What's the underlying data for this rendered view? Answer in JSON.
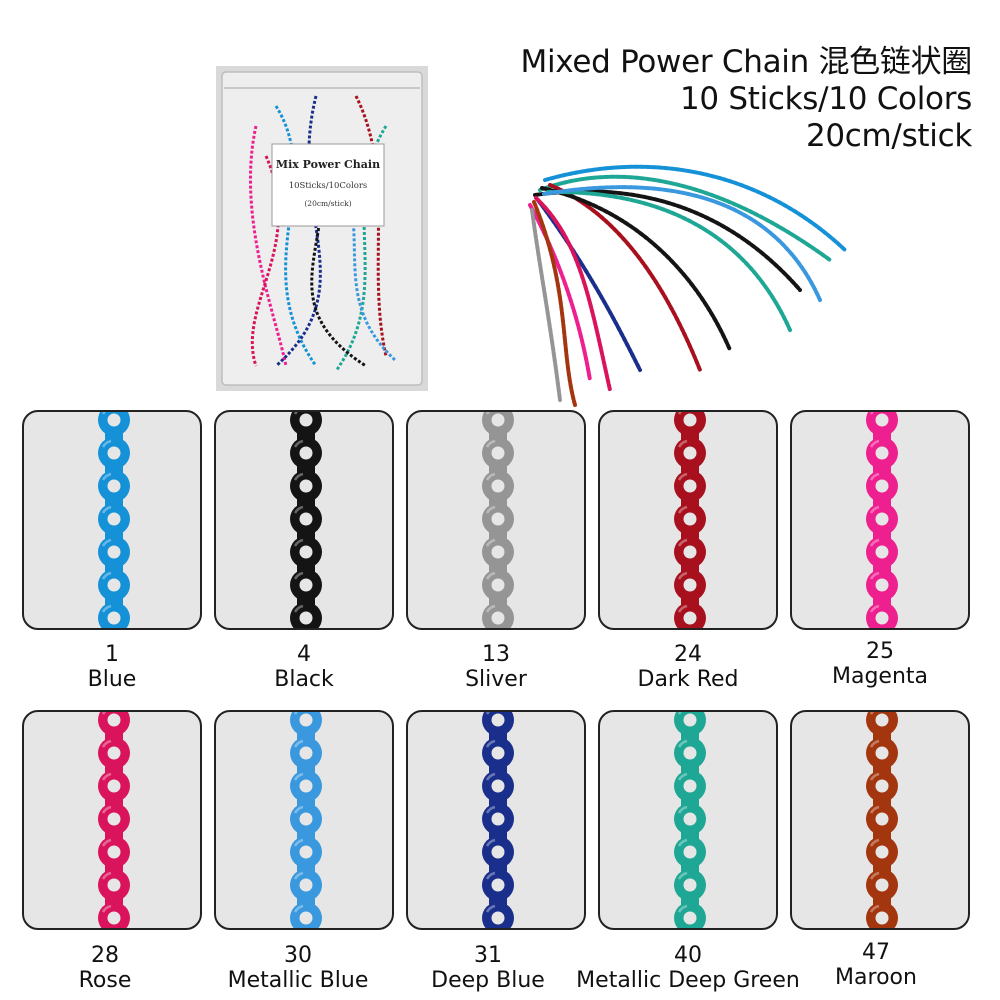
{
  "header": {
    "line1": "Mixed Power Chain 混色链状圈",
    "line2": "10 Sticks/10 Colors",
    "line3": "20cm/stick"
  },
  "package": {
    "label_title": "Mix Power Chain",
    "label_line1": "10Sticks/10Colors",
    "label_line2": "(20cm/stick)"
  },
  "swatches": [
    {
      "number": "1",
      "name": "Blue",
      "color": "#1591d8"
    },
    {
      "number": "4",
      "name": "Black",
      "color": "#141414"
    },
    {
      "number": "13",
      "name": "Sliver",
      "color": "#959595"
    },
    {
      "number": "24",
      "name": "Dark Red",
      "color": "#a8101e"
    },
    {
      "number": "25",
      "name": "Magenta",
      "color": "#ee1f8f"
    },
    {
      "number": "28",
      "name": "Rose",
      "color": "#d9145c"
    },
    {
      "number": "30",
      "name": "Metallic Blue",
      "color": "#3a98de"
    },
    {
      "number": "31",
      "name": "Deep Blue",
      "color": "#1a2f8c"
    },
    {
      "number": "40",
      "name": "Metallic Deep Green",
      "color": "#1fa795"
    },
    {
      "number": "47",
      "name": "Maroon",
      "color": "#a4360f"
    }
  ]
}
